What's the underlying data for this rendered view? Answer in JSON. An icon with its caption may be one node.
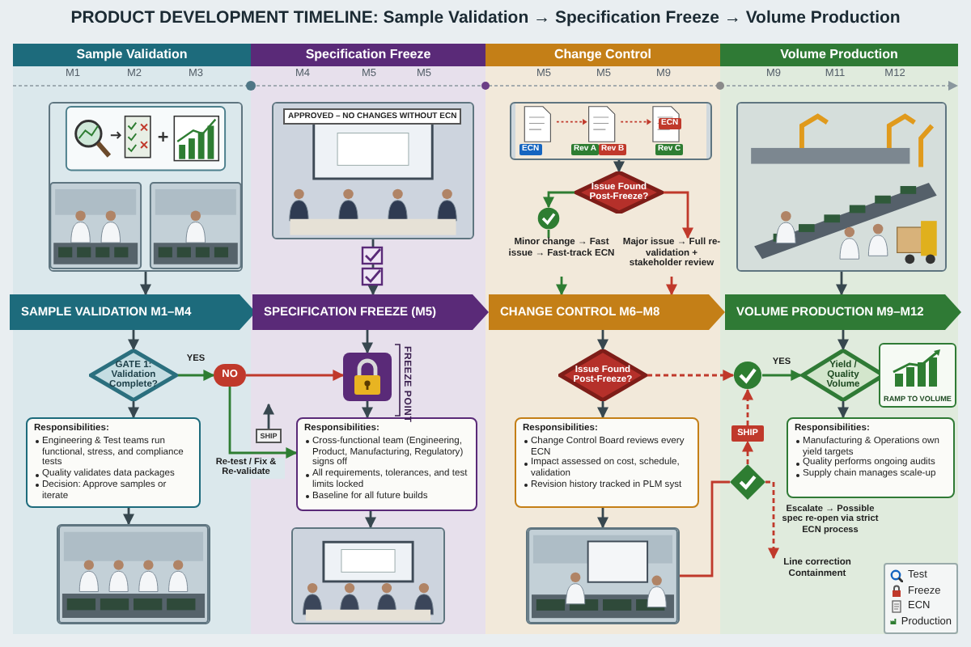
{
  "diagram": {
    "title": "PRODUCT DEVELOPMENT TIMELINE: Sample Validation → Specification Freeze → Volume Production",
    "nodes": [
      {
        "text": [
          "Sample Validation"
        ]
      },
      {
        "text": [
          "Specification Freeze"
        ]
      },
      {
        "text": [
          "Change Control"
        ]
      },
      {
        "text": [
          "Volume Production"
        ]
      },
      {
        "text": [],
        "shape": "picture"
      },
      {
        "text": [
          "APPROVED – NO CHANGES WITHOUT ECN"
        ]
      },
      {
        "text": [],
        "shape": "picture"
      },
      {
        "text": [
          "Issue Found Post-Freeze?"
        ]
      },
      {
        "text": [],
        "shape": "circle"
      },
      {
        "text": [
          "Minor change → Fast issue → Fast-track ECN"
        ]
      },
      {
        "text": [
          "Major issue → Full re-validation + stakeholder review"
        ]
      },
      {
        "text": [],
        "shape": "picture"
      },
      {
        "text": [
          "SAMPLE VALIDATION M1–M4"
        ]
      },
      {
        "text": [
          "SPECIFICATION FREEZE (M5)"
        ]
      },
      {
        "text": [
          "CHANGE CONTROL M6–M8"
        ]
      },
      {
        "text": [
          "VOLUME PRODUCTION M9–M12"
        ]
      },
      {
        "text": [
          "GATE 1: Validation Complete?"
        ]
      },
      {
        "text": [
          "NO"
        ]
      },
      {
        "text": [
          "Responsibilities:",
          "Engineering & Test teams run functional, stress, and compliance tests",
          "Quality validates data packages",
          "Decision: Approve samples or iterate"
        ]
      },
      {
        "text": [],
        "shape": "picture"
      },
      {
        "text": [],
        "shape": "picture"
      },
      {
        "text": [
          "Responsibilities:",
          "Cross-functional team (Engineering, Product, Manufacturing, Regulatory) signs off",
          "All requirements, tolerances, and test limits locked",
          "Baseline for all future builds"
        ]
      },
      {
        "text": [],
        "shape": "picture"
      },
      {
        "text": [
          "Issue Found Post-Freeze?"
        ]
      },
      {
        "text": [
          "Responsibilities:",
          "Change Control Board reviews every ECN",
          "Impact assessed on cost, schedule, validation",
          "Revision history tracked in PLM syst"
        ]
      },
      {
        "text": [],
        "shape": "picture"
      },
      {
        "text": [],
        "shape": "circle"
      },
      {
        "text": [
          "Yield / Quality Volume"
        ]
      },
      {
        "text": [
          "RAMP TO VOLUME"
        ]
      },
      {
        "text": [
          "Responsibilities:",
          "Manufacturing & Operations own yield targets",
          "Quality performs ongoing audits",
          "Supply chain manages scale-up"
        ]
      },
      {
        "text": [
          "SHIP"
        ]
      },
      {
        "text": [],
        "shape": "diamond"
      },
      {
        "text": [
          "Line correction Containment"
        ]
      },
      {
        "text": [
          "SHIP"
        ]
      }
    ],
    "edges": [
      {
        "from": 4,
        "to": 12,
        "arrow": "to"
      },
      {
        "from": 5,
        "to": 13,
        "arrow": "to"
      },
      {
        "from": 11,
        "to": 15,
        "arrow": "to"
      },
      {
        "from": 6,
        "to": 7,
        "arrow": "to"
      },
      {
        "from": 7,
        "to": 8,
        "arrow": "to",
        "color": "#2e7d32"
      },
      {
        "from": 8,
        "to": 9,
        "arrow": "none",
        "color": "#2e7d32"
      },
      {
        "from": 7,
        "to": 10,
        "arrow": "to",
        "color": "#c0392b"
      },
      {
        "from": 9,
        "to": 14,
        "arrow": "to",
        "color": "#2e7d32"
      },
      {
        "from": 10,
        "to": 14,
        "arrow": "to",
        "color": "#c0392b"
      },
      {
        "from": 12,
        "to": 16,
        "arrow": "to"
      },
      {
        "from": 16,
        "to": 17,
        "label": "YES",
        "arrow": "to",
        "color": "#2e7d32"
      },
      {
        "from": 17,
        "to": 20,
        "arrow": "to",
        "color": "#c0392b"
      },
      {
        "from": 17,
        "to": 21,
        "label": "Re-test / Fix & Re-validate",
        "arrow": "to",
        "color": "#2e7d32"
      },
      {
        "from": 16,
        "to": 18,
        "arrow": "to"
      },
      {
        "from": 18,
        "to": 19,
        "arrow": "to"
      },
      {
        "from": 13,
        "to": 20,
        "arrow": "to"
      },
      {
        "from": 20,
        "to": 21,
        "arrow": "to"
      },
      {
        "from": 21,
        "to": 22,
        "arrow": "to"
      },
      {
        "from": 14,
        "to": 23,
        "arrow": "to"
      },
      {
        "from": 23,
        "to": 24,
        "arrow": "to"
      },
      {
        "from": 24,
        "to": 25,
        "arrow": "to"
      },
      {
        "from": 23,
        "to": 26,
        "arrow": "to",
        "style": "dashed",
        "color": "#c0392b"
      },
      {
        "from": 15,
        "to": 27,
        "arrow": "to"
      },
      {
        "from": 26,
        "to": 27,
        "label": "YES",
        "arrow": "to",
        "color": "#2e7d32"
      },
      {
        "from": 27,
        "to": 29,
        "arrow": "to"
      },
      {
        "from": 31,
        "to": 30,
        "arrow": "to",
        "style": "dashed",
        "color": "#c0392b"
      },
      {
        "from": 30,
        "to": 26,
        "arrow": "to",
        "style": "dashed",
        "color": "#c0392b"
      },
      {
        "from": 25,
        "to": 31,
        "arrow": "none",
        "color": "#c0392b"
      },
      {
        "from": 31,
        "to": 32,
        "arrow": "to",
        "style": "dashed",
        "color": "#c0392b"
      },
      {
        "from": 33,
        "to": null,
        "arrow": "to"
      }
    ],
    "labels": [
      "M1",
      "M2",
      "M3",
      "M4",
      "M5",
      "M5",
      "M5",
      "M5",
      "M9",
      "M9",
      "M11",
      "M12",
      "ECN",
      "Rev A",
      "Rev B",
      "ECN",
      "Rev C",
      "FREEZE POINT",
      "Escalate → Possible spec re-open via strict ECN process"
    ],
    "legend": [
      {
        "text": "Test"
      },
      {
        "text": "Freeze"
      },
      {
        "text": "ECN"
      },
      {
        "text": "Production"
      }
    ]
  }
}
